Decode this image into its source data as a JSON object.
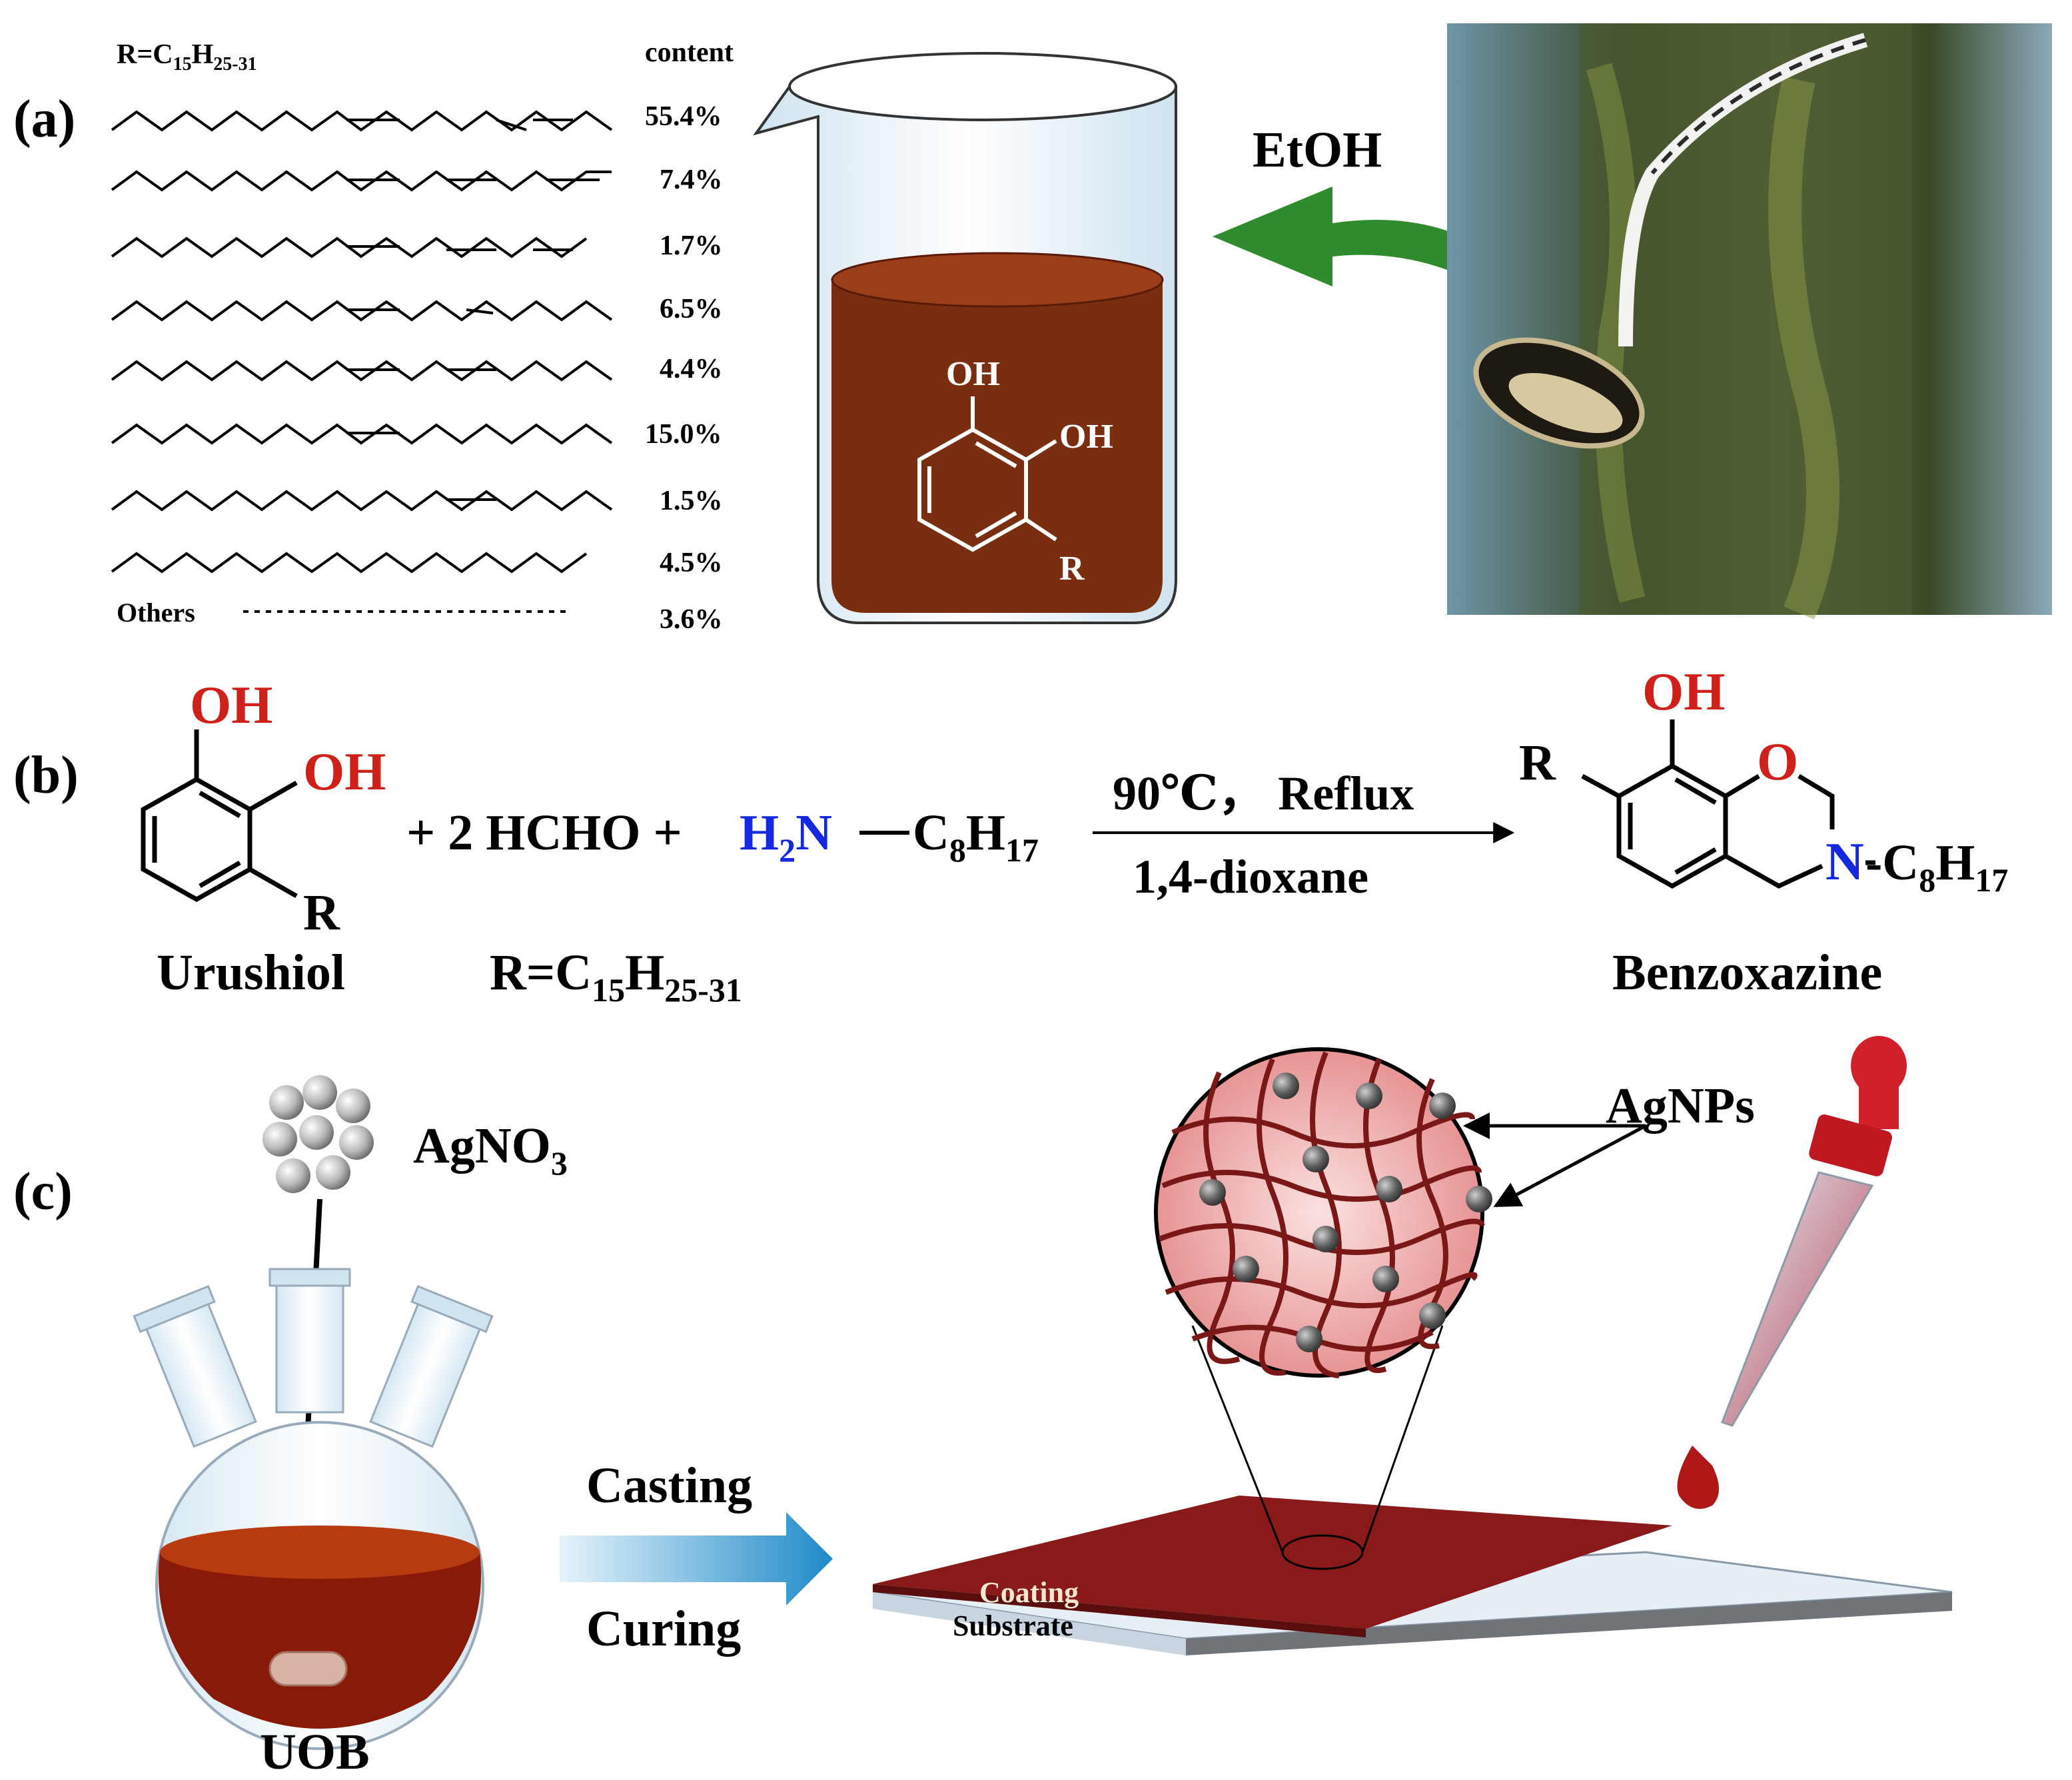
{
  "panel_a": {
    "label": "(a)",
    "r_prefix": "R=C",
    "r_sub1": "15",
    "r_mid": "H",
    "r_sub2": "25-31",
    "content_header": "content",
    "percentages": [
      "55.4%",
      "7.4%",
      "1.7%",
      "6.5%",
      "4.4%",
      "15.0%",
      "1.5%",
      "4.5%",
      "3.6%"
    ],
    "others_label": "Others",
    "beaker_oh1": "OH",
    "beaker_oh2": "OH",
    "beaker_r": "R",
    "solvent": "EtOH"
  },
  "panel_b": {
    "label": "(b)",
    "oh1": "OH",
    "oh2": "OH",
    "r": "R",
    "urushiol": "Urushiol",
    "plus_hcho": "+ 2 HCHO +",
    "amine_h": "H",
    "amine_h_sub": "2",
    "amine_n": "N",
    "c8": "C",
    "c8_sub1": "8",
    "c8_h": "H",
    "c8_sub2": "17",
    "r_def_prefix": "R=C",
    "r_def_sub1": "15",
    "r_def_mid": "H",
    "r_def_sub2": "25-31",
    "condition_top": "90℃， Reflux",
    "condition_bottom": "1,4-dioxane",
    "prod_oh": "OH",
    "prod_r": "R",
    "prod_o": "O",
    "prod_n": "N",
    "prod_c8": "-C",
    "prod_c8_sub1": "8",
    "prod_c8_h": "H",
    "prod_c8_sub2": "17",
    "benzoxazine": "Benzoxazine"
  },
  "panel_c": {
    "label": "(c)",
    "agno3": "AgNO",
    "agno3_sub": "3",
    "agnps": "AgNPs",
    "casting": "Casting",
    "curing": "Curing",
    "coating": "Coating",
    "substrate": "Substrate",
    "uob": "UOB"
  },
  "colors": {
    "red": "#d0201a",
    "blue": "#1428e0",
    "arrow_green": "#2e8b2e",
    "resin_brown": "#7a2e10",
    "coating_red": "#8a1a1a"
  }
}
